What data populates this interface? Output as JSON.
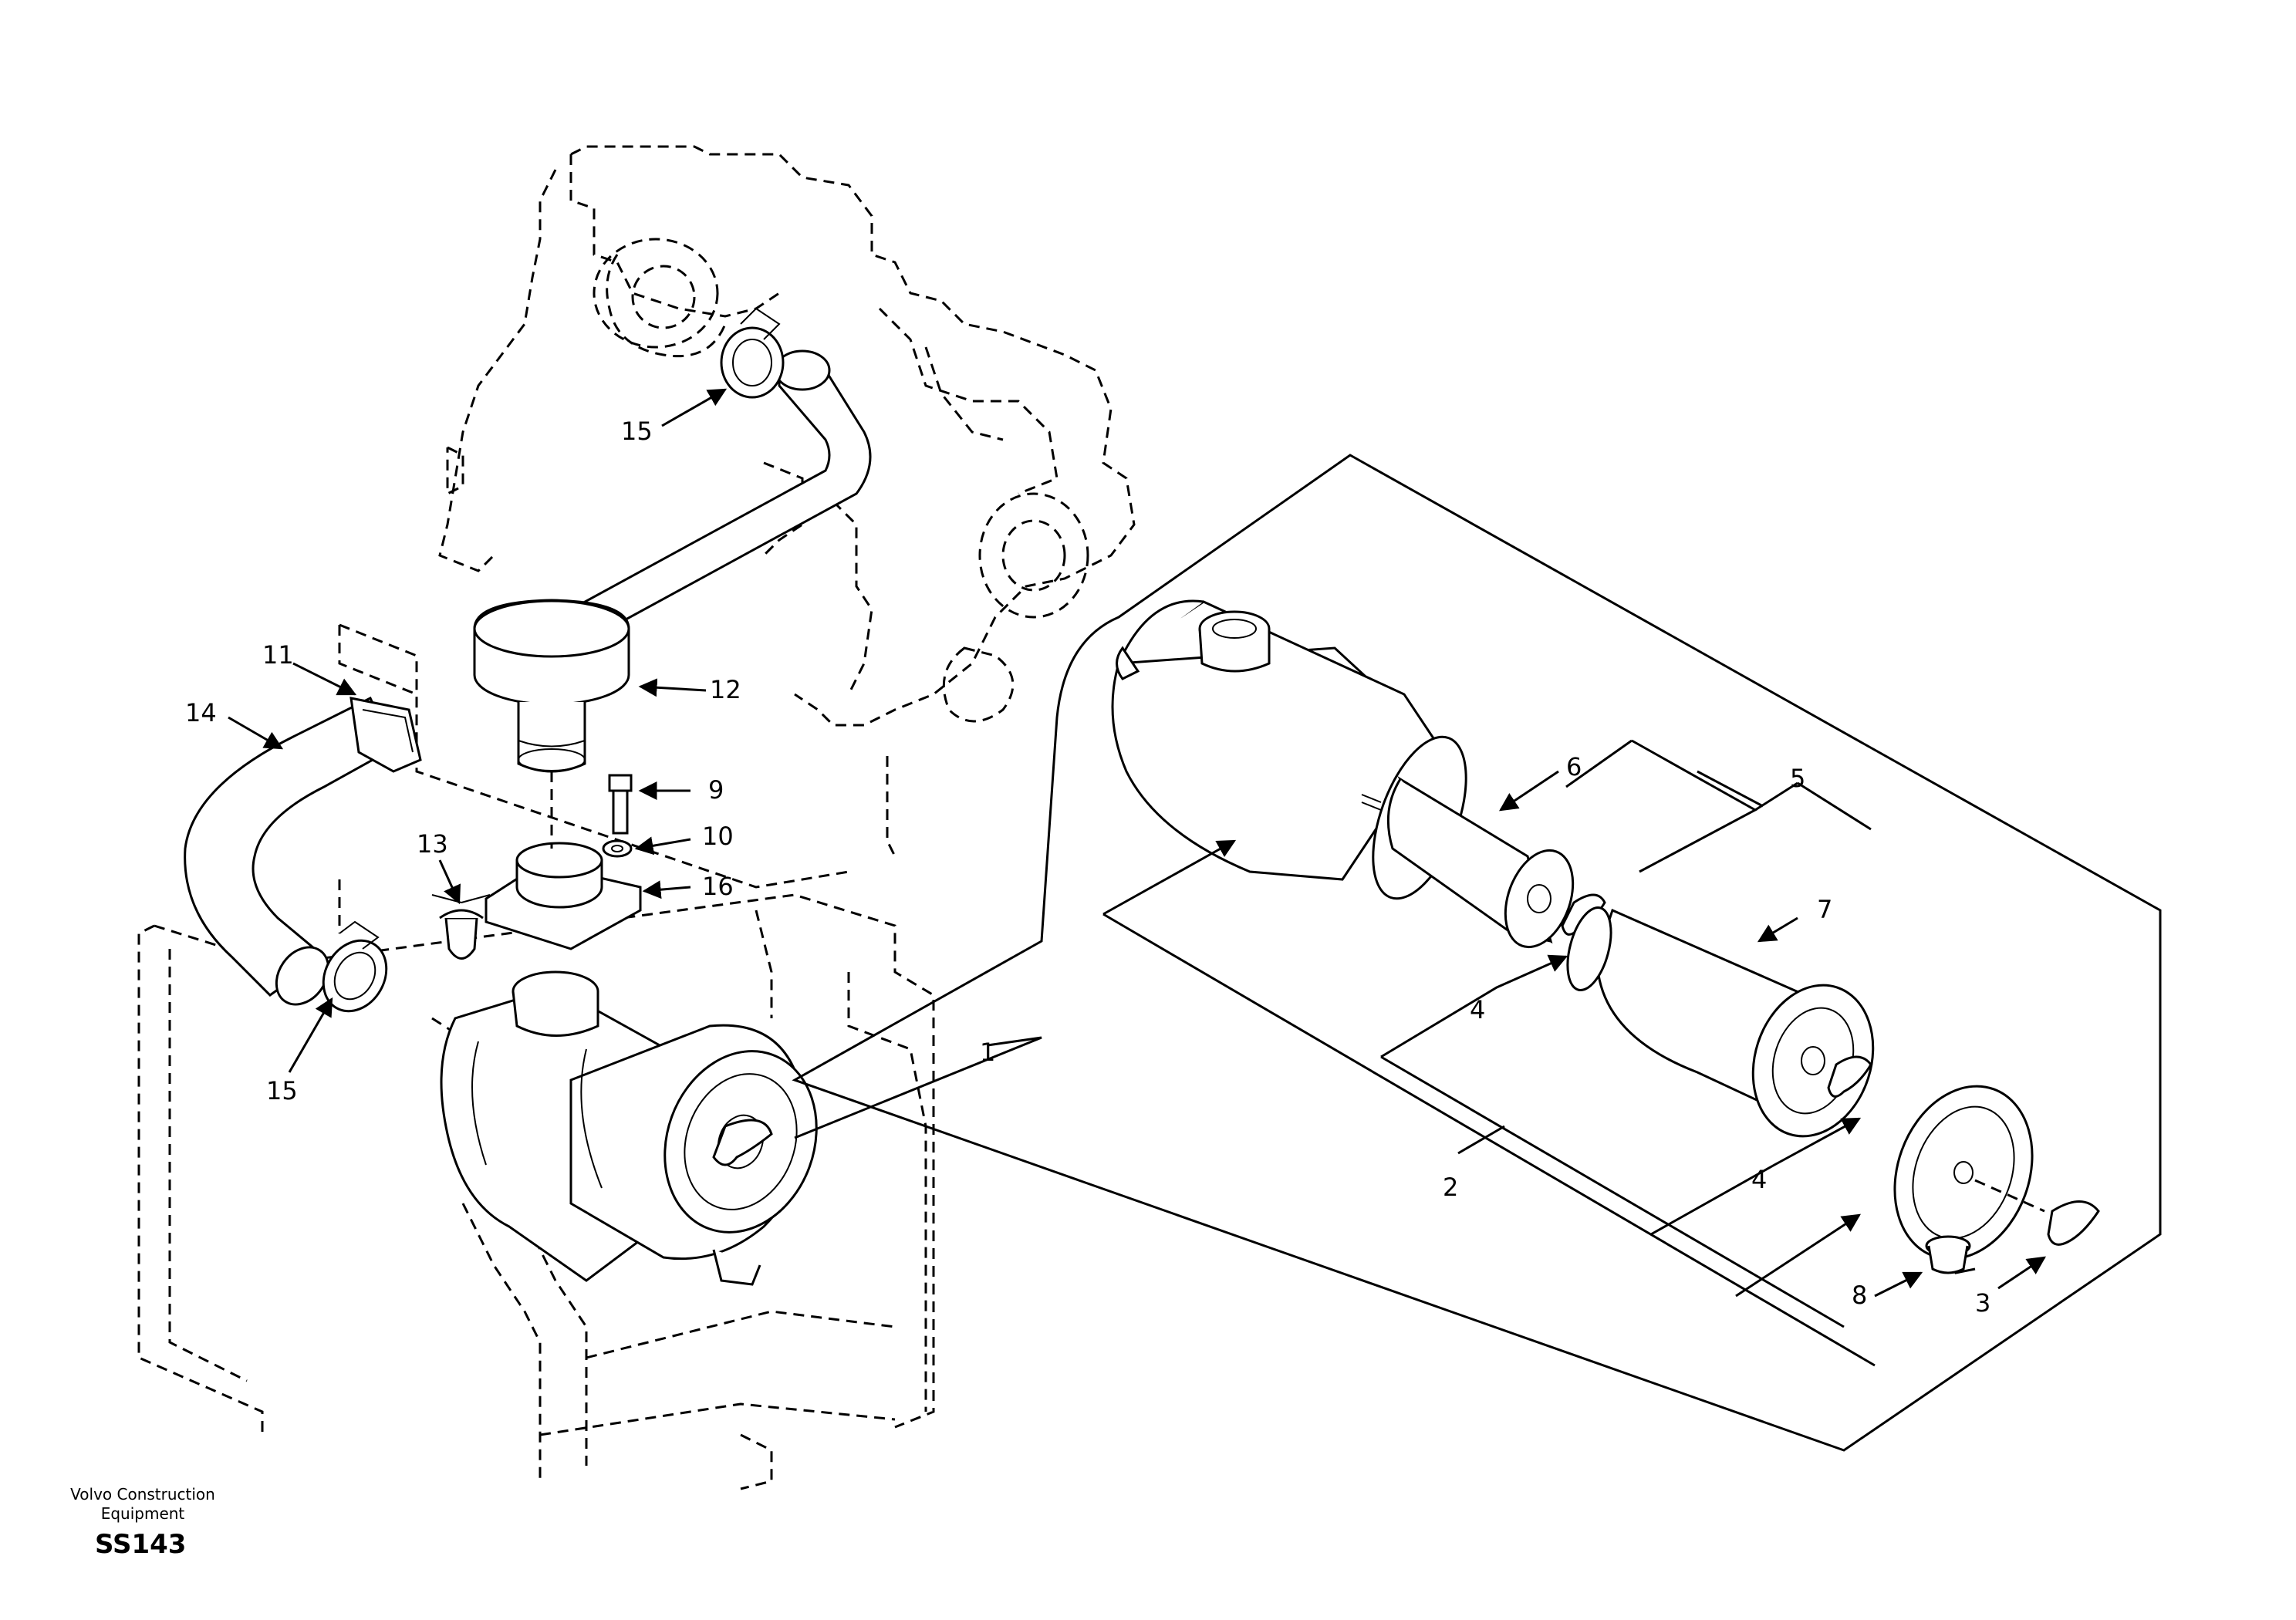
{
  "footer": {
    "company_line1": "Volvo Construction",
    "company_line2": "Equipment",
    "drawing_code": "SS143"
  },
  "callouts": {
    "c1": "1",
    "c2": "2",
    "c3": "3",
    "c4a": "4",
    "c4b": "4",
    "c5": "5",
    "c6": "6",
    "c7": "7",
    "c8": "8",
    "c9": "9",
    "c10": "10",
    "c11": "11",
    "c12": "12",
    "c13": "13",
    "c14": "14",
    "c15a": "15",
    "c15b": "15",
    "c16": "16"
  }
}
